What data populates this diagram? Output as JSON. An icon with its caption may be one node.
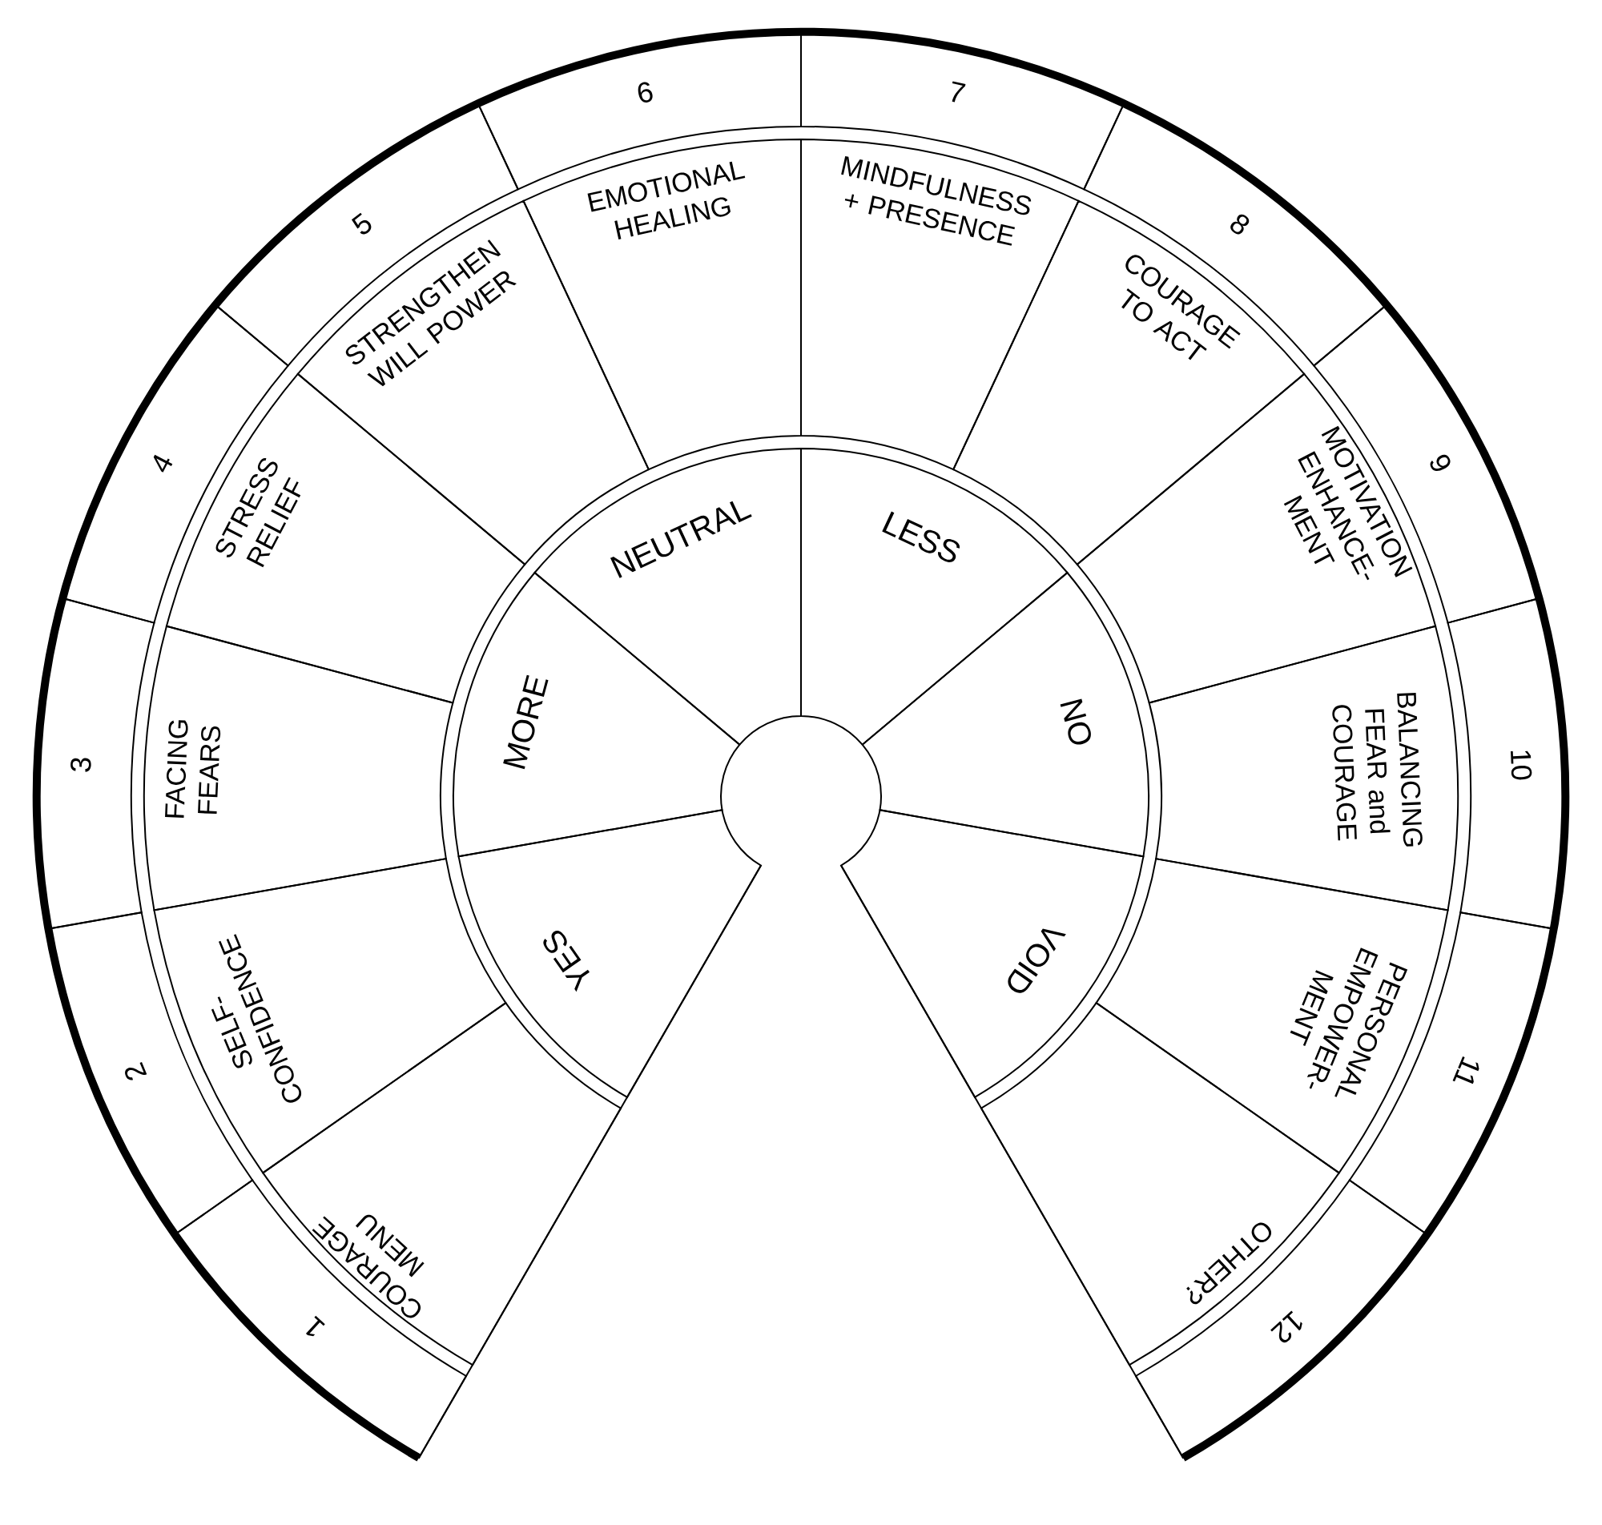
{
  "diagram": {
    "nodes": [
      {
        "text": [
          "1"
        ]
      },
      {
        "text": [
          "2"
        ]
      },
      {
        "text": [
          "3"
        ]
      },
      {
        "text": [
          "4"
        ]
      },
      {
        "text": [
          "5"
        ]
      },
      {
        "text": [
          "6"
        ]
      },
      {
        "text": [
          "7"
        ]
      },
      {
        "text": [
          "8"
        ]
      },
      {
        "text": [
          "9"
        ]
      },
      {
        "text": [
          "10"
        ]
      },
      {
        "text": [
          "11"
        ]
      },
      {
        "text": [
          "12"
        ]
      },
      {
        "text": [
          "COURAGE MENU"
        ]
      },
      {
        "text": [
          "SELF-CONFIDENCE"
        ]
      },
      {
        "text": [
          "FACING FEARS"
        ]
      },
      {
        "text": [
          "STRESS RELIEF"
        ]
      },
      {
        "text": [
          "STRENGTHEN WILL POWER"
        ]
      },
      {
        "text": [
          "EMOTIONAL HEALING"
        ]
      },
      {
        "text": [
          "MINDFULNESS + PRESENCE"
        ]
      },
      {
        "text": [
          "COURAGE TO ACT"
        ]
      },
      {
        "text": [
          "MOTIVATION ENHANCE-MENT"
        ]
      },
      {
        "text": [
          "BALANCING FEAR and COURAGE"
        ]
      },
      {
        "text": [
          "PERSONAL EMPOWER-MENT"
        ]
      },
      {
        "text": [
          "OTHER?"
        ]
      },
      {
        "text": [
          "YES"
        ]
      },
      {
        "text": [
          "MORE"
        ]
      },
      {
        "text": [
          "NEUTRAL"
        ]
      },
      {
        "text": [
          "LESS"
        ]
      },
      {
        "text": [
          "NO"
        ]
      },
      {
        "text": [
          "VOID"
        ]
      }
    ]
  }
}
